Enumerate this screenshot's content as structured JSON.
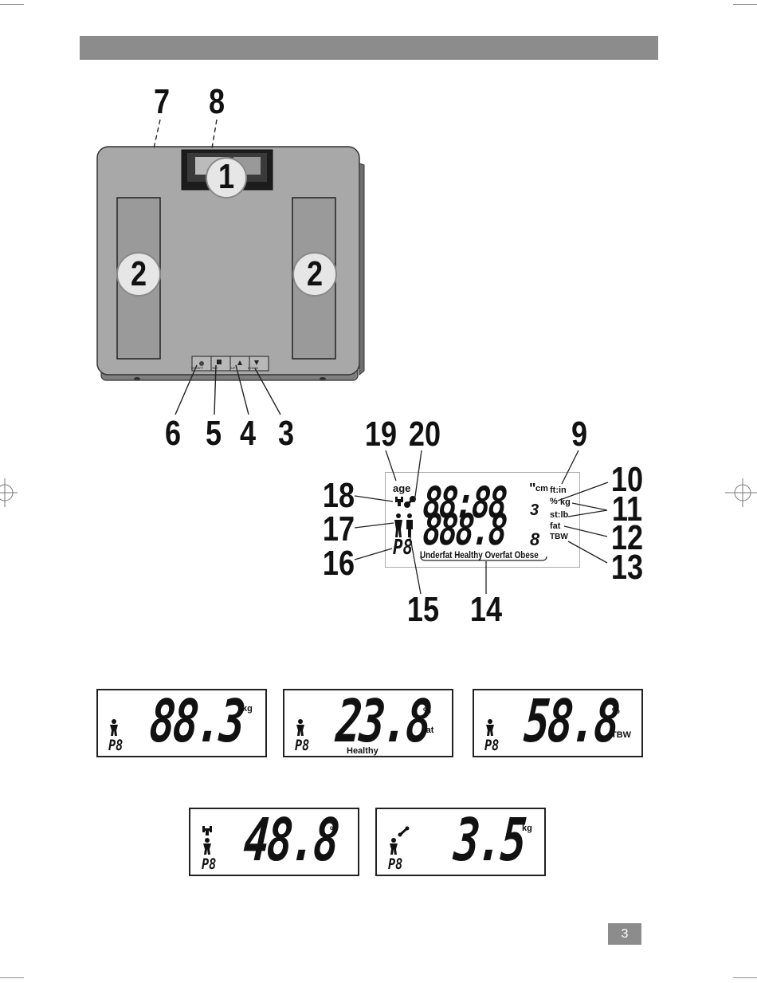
{
  "page": {
    "number": "3"
  },
  "scale_callouts": [
    "7",
    "8",
    "1",
    "2",
    "2",
    "6",
    "5",
    "4",
    "3"
  ],
  "display_callouts": [
    "19",
    "20",
    "9",
    "10",
    "11",
    "18",
    "17",
    "12",
    "16",
    "13",
    "15",
    "14"
  ],
  "scale_buttons": [
    "ON/OFF",
    "SET",
    "UP",
    "DOWN"
  ],
  "legend_display": {
    "age": "age",
    "digits_top": "88:88",
    "digits_bottom": "888.8",
    "unit_in": "\"",
    "unit_cm": "cm",
    "unit_ftin": "ft:in",
    "unit_pct": "%",
    "unit_kg": "kg",
    "unit_stlb": "st:lb",
    "fat": "fat",
    "tbw": "TBW",
    "p8": "P8",
    "bar": "Underfat Healthy Overfat Obese"
  },
  "example_displays": [
    {
      "value": "88.3",
      "unit": "kg",
      "label": "",
      "bar": "",
      "p8": "P8",
      "icons": [
        "person-icon"
      ]
    },
    {
      "value": "23.8",
      "unit": "%",
      "label": "fat",
      "bar": "Healthy",
      "p8": "P8",
      "icons": [
        "person-icon"
      ]
    },
    {
      "value": "58.8",
      "unit": "%",
      "label": "TBW",
      "bar": "",
      "p8": "P8",
      "icons": [
        "person-icon"
      ]
    },
    {
      "value": "48.8",
      "unit": "%",
      "label": "",
      "bar": "",
      "p8": "P8",
      "icons": [
        "muscle-icon",
        "person-icon"
      ]
    },
    {
      "value": "3.5",
      "unit": "kg",
      "label": "",
      "bar": "",
      "p8": "P8",
      "icons": [
        "bone-icon",
        "person-icon"
      ]
    }
  ]
}
